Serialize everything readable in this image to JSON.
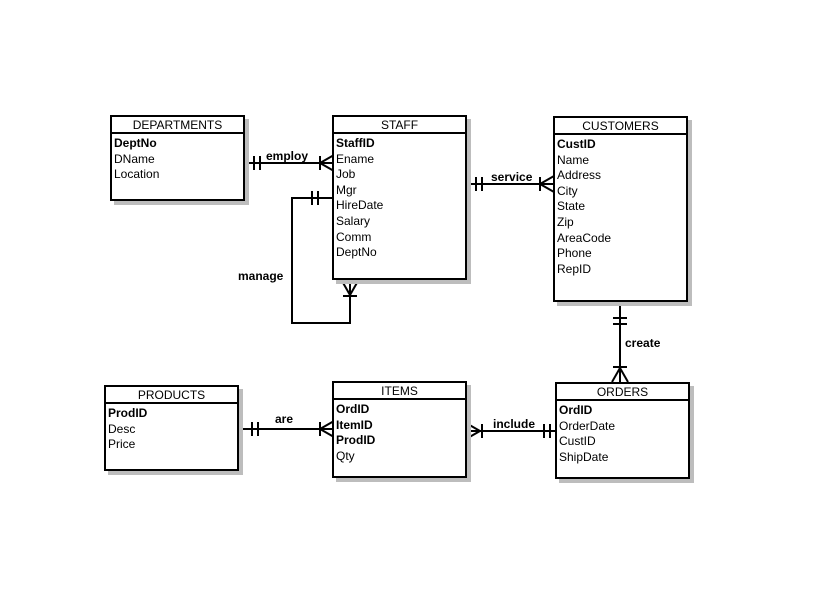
{
  "entities": {
    "departments": {
      "title": "DEPARTMENTS",
      "attributes": [
        {
          "name": "DeptNo",
          "key": true
        },
        {
          "name": "DName",
          "key": false
        },
        {
          "name": "Location",
          "key": false
        }
      ]
    },
    "staff": {
      "title": "STAFF",
      "attributes": [
        {
          "name": "StaffID",
          "key": true
        },
        {
          "name": "Ename",
          "key": false
        },
        {
          "name": "Job",
          "key": false
        },
        {
          "name": "Mgr",
          "key": false
        },
        {
          "name": "HireDate",
          "key": false
        },
        {
          "name": "Salary",
          "key": false
        },
        {
          "name": "Comm",
          "key": false
        },
        {
          "name": "DeptNo",
          "key": false
        }
      ]
    },
    "customers": {
      "title": "CUSTOMERS",
      "attributes": [
        {
          "name": "CustID",
          "key": true
        },
        {
          "name": "Name",
          "key": false
        },
        {
          "name": "Address",
          "key": false
        },
        {
          "name": "City",
          "key": false
        },
        {
          "name": "State",
          "key": false
        },
        {
          "name": "Zip",
          "key": false
        },
        {
          "name": "AreaCode",
          "key": false
        },
        {
          "name": "Phone",
          "key": false
        },
        {
          "name": "RepID",
          "key": false
        }
      ]
    },
    "products": {
      "title": "PRODUCTS",
      "attributes": [
        {
          "name": "ProdID",
          "key": true
        },
        {
          "name": "Desc",
          "key": false
        },
        {
          "name": "Price",
          "key": false
        }
      ]
    },
    "items": {
      "title": "ITEMS",
      "attributes": [
        {
          "name": "OrdID",
          "key": true
        },
        {
          "name": "ItemID",
          "key": true
        },
        {
          "name": "ProdID",
          "key": true
        },
        {
          "name": "Qty",
          "key": false
        }
      ]
    },
    "orders": {
      "title": "ORDERS",
      "attributes": [
        {
          "name": "OrdID",
          "key": true
        },
        {
          "name": "OrderDate",
          "key": false
        },
        {
          "name": "CustID",
          "key": false
        },
        {
          "name": "ShipDate",
          "key": false
        }
      ]
    }
  },
  "relationships": {
    "employ": {
      "label": "employ",
      "from": "DEPARTMENTS",
      "to": "STAFF",
      "from_cardinality": "one",
      "to_cardinality": "many"
    },
    "service": {
      "label": "service",
      "from": "STAFF",
      "to": "CUSTOMERS",
      "from_cardinality": "one",
      "to_cardinality": "many"
    },
    "manage": {
      "label": "manage",
      "from": "STAFF",
      "to": "STAFF",
      "from_cardinality": "one",
      "to_cardinality": "many"
    },
    "create": {
      "label": "create",
      "from": "CUSTOMERS",
      "to": "ORDERS",
      "from_cardinality": "one",
      "to_cardinality": "many"
    },
    "are": {
      "label": "are",
      "from": "PRODUCTS",
      "to": "ITEMS",
      "from_cardinality": "one",
      "to_cardinality": "many"
    },
    "include": {
      "label": "include",
      "from": "ORDERS",
      "to": "ITEMS",
      "from_cardinality": "one",
      "to_cardinality": "many"
    }
  },
  "colors": {
    "line": "#000000",
    "shadow": "#bdbdbd",
    "background": "#ffffff"
  }
}
